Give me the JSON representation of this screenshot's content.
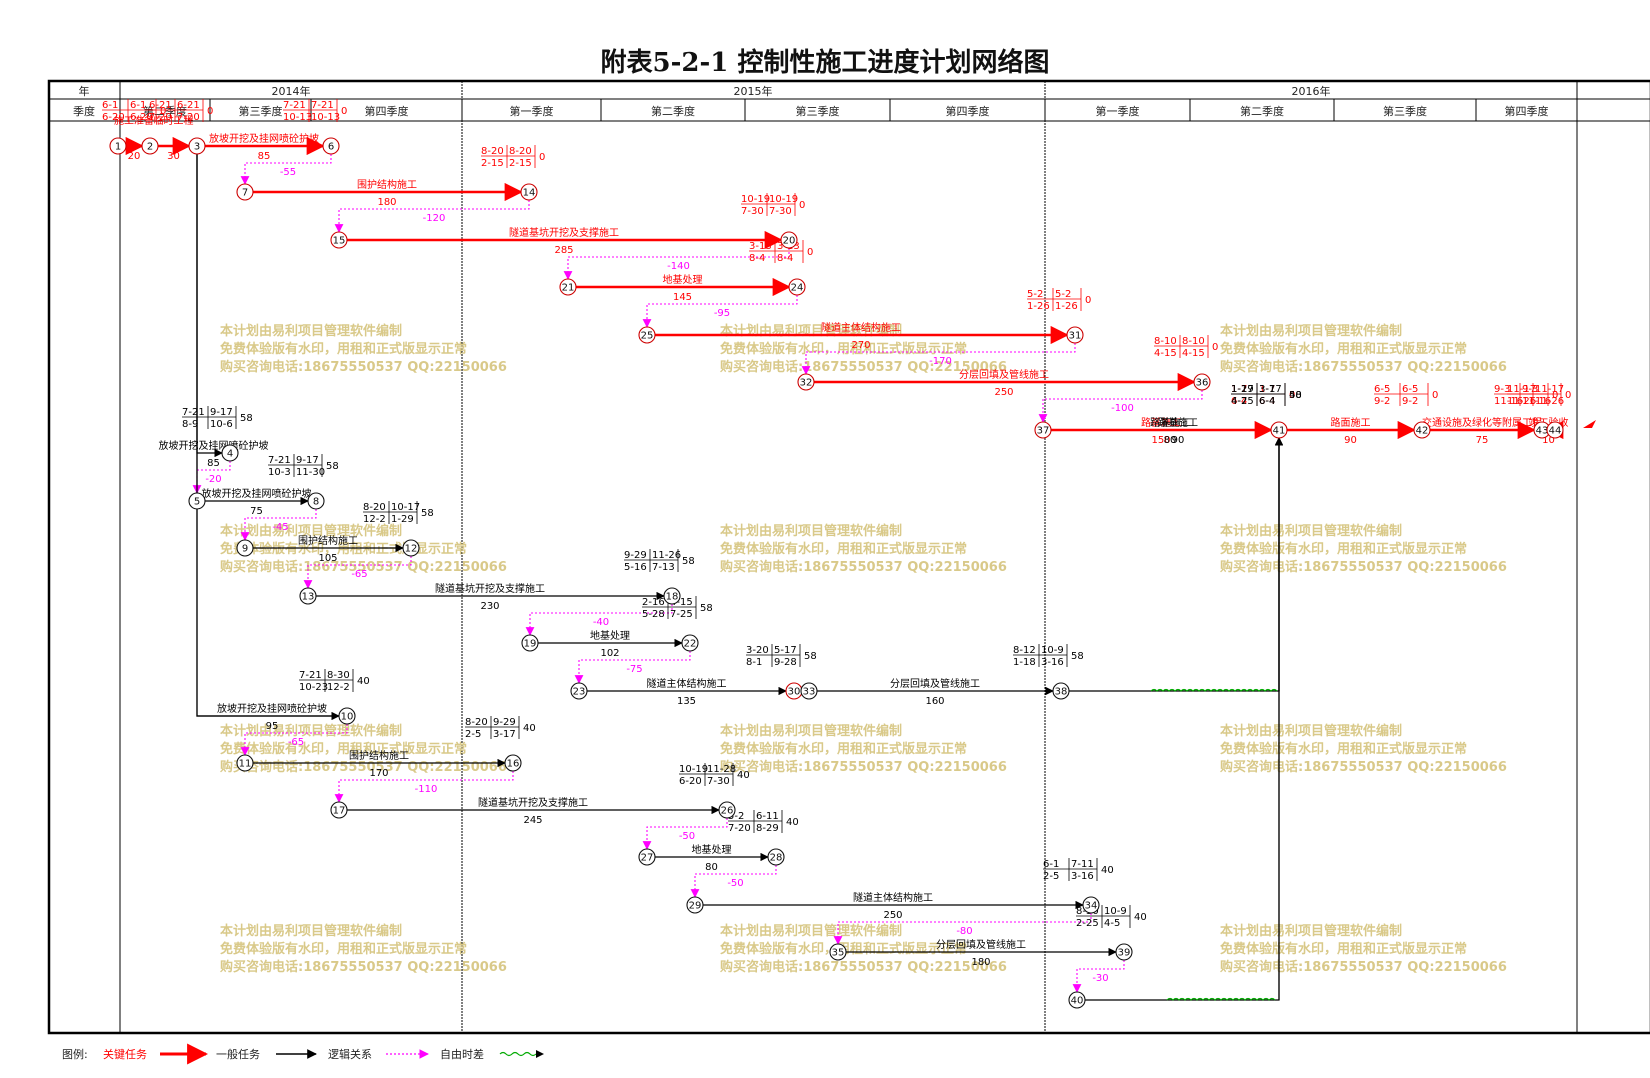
{
  "title": "附表5-2-1 控制性施工进度计划网络图",
  "header": {
    "year_label": "年",
    "quarter_label": "季度",
    "years": [
      "2014年",
      "2015年",
      "2016年"
    ],
    "quarters": [
      "第二季度",
      "第三季度",
      "第四季度",
      "第一季度",
      "第二季度",
      "第三季度",
      "第四季度",
      "第一季度",
      "第二季度",
      "第三季度",
      "第四季度"
    ]
  },
  "watermark": {
    "line1": "本计划由易利项目管理软件编制",
    "line2": "免费体验版有水印，用租和正式版显示正常",
    "line3": "购买咨询电话:18675550537 QQ:22150066"
  },
  "legend": {
    "label": "图例:",
    "critical": "关键任务",
    "general": "一般任务",
    "logic": "逻辑关系",
    "float": "自由时差"
  },
  "colors": {
    "critical": "#ff0000",
    "general": "#000000",
    "float": "#ff00ff",
    "slack": "#00aa00",
    "watermark": "#d9c989"
  },
  "nodes": [
    {
      "id": "1",
      "crit": true
    },
    {
      "id": "2",
      "crit": true
    },
    {
      "id": "3",
      "crit": true
    },
    {
      "id": "6",
      "crit": true
    },
    {
      "id": "7",
      "crit": true
    },
    {
      "id": "14",
      "crit": true
    },
    {
      "id": "15",
      "crit": true
    },
    {
      "id": "20",
      "crit": true
    },
    {
      "id": "21",
      "crit": true
    },
    {
      "id": "24",
      "crit": true
    },
    {
      "id": "25",
      "crit": true
    },
    {
      "id": "31",
      "crit": true
    },
    {
      "id": "32",
      "crit": true
    },
    {
      "id": "36",
      "crit": true
    },
    {
      "id": "37",
      "crit": true
    },
    {
      "id": "41",
      "crit": true
    },
    {
      "id": "42",
      "crit": true
    },
    {
      "id": "43",
      "crit": true
    },
    {
      "id": "44",
      "crit": true
    },
    {
      "id": "4",
      "crit": false
    },
    {
      "id": "5",
      "crit": false
    },
    {
      "id": "8",
      "crit": false
    },
    {
      "id": "9",
      "crit": false
    },
    {
      "id": "12",
      "crit": false
    },
    {
      "id": "13",
      "crit": false
    },
    {
      "id": "18",
      "crit": false
    },
    {
      "id": "19",
      "crit": false
    },
    {
      "id": "22",
      "crit": false
    },
    {
      "id": "23",
      "crit": false
    },
    {
      "id": "30",
      "crit": true
    },
    {
      "id": "33",
      "crit": false
    },
    {
      "id": "38",
      "crit": false
    },
    {
      "id": "10",
      "crit": false
    },
    {
      "id": "11",
      "crit": false
    },
    {
      "id": "16",
      "crit": false
    },
    {
      "id": "17",
      "crit": false
    },
    {
      "id": "26",
      "crit": false
    },
    {
      "id": "27",
      "crit": false
    },
    {
      "id": "28",
      "crit": false
    },
    {
      "id": "29",
      "crit": false
    },
    {
      "id": "34",
      "crit": false
    },
    {
      "id": "35",
      "crit": false
    },
    {
      "id": "39",
      "crit": false
    },
    {
      "id": "40",
      "crit": false
    }
  ],
  "tasks": [
    {
      "key": "t1",
      "from": "1",
      "to": "2",
      "crit": true,
      "name": "施工准备",
      "dur": "20",
      "dates": [
        "6-1",
        "6-20",
        "6-1",
        "6-20"
      ],
      "tf": "0"
    },
    {
      "key": "t2",
      "from": "2",
      "to": "3",
      "crit": true,
      "name": "临时工程",
      "dur": "30",
      "dates": [
        "6-21",
        "7-20",
        "6-21",
        "7-20"
      ],
      "tf": "0"
    },
    {
      "key": "t3",
      "from": "3",
      "to": "6",
      "crit": true,
      "name": "放坡开挖及挂网喷砼护坡",
      "dur": "85",
      "dates": [
        "7-21",
        "10-13",
        "7-21",
        "10-13"
      ],
      "tf": "0"
    },
    {
      "key": "t4",
      "from": "7",
      "to": "14",
      "crit": true,
      "name": "围护结构施工",
      "dur": "180",
      "dates": [
        "8-20",
        "2-15",
        "8-20",
        "2-15"
      ],
      "tf": "0"
    },
    {
      "key": "t5",
      "from": "15",
      "to": "20",
      "crit": true,
      "name": "隧道基坑开挖及支撑施工",
      "dur": "285",
      "dates": [
        "10-19",
        "7-30",
        "10-19",
        "7-30"
      ],
      "tf": "0"
    },
    {
      "key": "t6",
      "from": "21",
      "to": "24",
      "crit": true,
      "name": "地基处理",
      "dur": "145",
      "dates": [
        "3-13",
        "8-4",
        "3-13",
        "8-4"
      ],
      "tf": "0"
    },
    {
      "key": "t7",
      "from": "25",
      "to": "31",
      "crit": true,
      "name": "隧道主体结构施工",
      "dur": "270",
      "dates": [
        "5-2",
        "1-26",
        "5-2",
        "1-26"
      ],
      "tf": "0"
    },
    {
      "key": "t8",
      "from": "32",
      "to": "36",
      "crit": true,
      "name": "分层回填及管线施工",
      "dur": "250",
      "dates": [
        "8-10",
        "4-15",
        "8-10",
        "4-15"
      ],
      "tf": "0"
    },
    {
      "key": "t9",
      "from": "37",
      "to": "41",
      "crit": true,
      "name": "路基施工",
      "dur": "150",
      "dates": [
        "1-7",
        "6-4",
        "1-7",
        "6-4"
      ],
      "tf": "0"
    },
    {
      "key": "t10",
      "from": "41",
      "to": "42",
      "crit": true,
      "name": "路面施工",
      "dur": "90",
      "dates": [
        "6-5",
        "9-2",
        "6-5",
        "9-2"
      ],
      "tf": "0"
    },
    {
      "key": "t11",
      "from": "42",
      "to": "43",
      "crit": true,
      "name": "交通设施及绿化等附属工程",
      "dur": "75",
      "dates": [
        "9-3",
        "11-16",
        "9-3",
        "11-16"
      ],
      "tf": "0"
    },
    {
      "key": "t12",
      "from": "43",
      "to": "44",
      "crit": true,
      "name": "竣工验收",
      "dur": "10",
      "dates": [
        "11-17",
        "11-26",
        "11-17",
        "11-26"
      ],
      "tf": "0"
    },
    {
      "key": "t13",
      "from": "3",
      "to": "4",
      "crit": false,
      "name": "放坡开挖及挂网喷砼护坡",
      "dur": "85",
      "dates": [
        "7-21",
        "8-9",
        "9-17",
        "10-6"
      ],
      "tf": "58"
    },
    {
      "key": "t14",
      "from": "5",
      "to": "8",
      "crit": false,
      "name": "放坡开挖及挂网喷砼护坡",
      "dur": "75",
      "dates": [
        "7-21",
        "10-3",
        "9-17",
        "11-30"
      ],
      "tf": "58"
    },
    {
      "key": "t15",
      "from": "9",
      "to": "12",
      "crit": false,
      "name": "围护结构施工",
      "dur": "105",
      "dates": [
        "8-20",
        "12-2",
        "10-17",
        "1-29"
      ],
      "tf": "58"
    },
    {
      "key": "t16",
      "from": "13",
      "to": "18",
      "crit": false,
      "name": "隧道基坑开挖及支撑施工",
      "dur": "230",
      "dates": [
        "9-29",
        "5-16",
        "11-26",
        "7-13"
      ],
      "tf": "58"
    },
    {
      "key": "t17",
      "from": "19",
      "to": "22",
      "crit": false,
      "name": "地基处理",
      "dur": "102",
      "dates": [
        "2-16",
        "5-28",
        "4-15",
        "7-25"
      ],
      "tf": "58"
    },
    {
      "key": "t18",
      "from": "23",
      "to": "30",
      "crit": false,
      "name": "隧道主体结构施工",
      "dur": "135",
      "dates": [
        "3-20",
        "8-1",
        "5-17",
        "9-28"
      ],
      "tf": "58"
    },
    {
      "key": "t19",
      "from": "33",
      "to": "38",
      "crit": false,
      "name": "分层回填及管线施工",
      "dur": "160",
      "dates": [
        "8-12",
        "1-18",
        "10-9",
        "3-16"
      ],
      "tf": "58"
    },
    {
      "key": "t20",
      "from": "38",
      "to": "41",
      "crit": false,
      "name": "路基施工",
      "dur": "80",
      "dates": [
        "1-19",
        "4-7",
        "3-17",
        "6-4"
      ],
      "tf": "58"
    },
    {
      "key": "t21",
      "from": "3",
      "to": "10",
      "crit": false,
      "name": "放坡开挖及挂网喷砼护坡",
      "dur": "95",
      "dates": [
        "7-21",
        "10-23",
        "8-30",
        "12-2"
      ],
      "tf": "40"
    },
    {
      "key": "t22",
      "from": "11",
      "to": "16",
      "crit": false,
      "name": "围护结构施工",
      "dur": "170",
      "dates": [
        "8-20",
        "2-5",
        "9-29",
        "3-17"
      ],
      "tf": "40"
    },
    {
      "key": "t23",
      "from": "17",
      "to": "26",
      "crit": false,
      "name": "隧道基坑开挖及支撑施工",
      "dur": "245",
      "dates": [
        "10-19",
        "6-20",
        "11-28",
        "7-30"
      ],
      "tf": "40"
    },
    {
      "key": "t24",
      "from": "27",
      "to": "28",
      "crit": false,
      "name": "地基处理",
      "dur": "80",
      "dates": [
        "5-2",
        "7-20",
        "6-11",
        "8-29"
      ],
      "tf": "40"
    },
    {
      "key": "t25",
      "from": "29",
      "to": "34",
      "crit": false,
      "name": "隧道主体结构施工",
      "dur": "250",
      "dates": [
        "6-1",
        "2-5",
        "7-11",
        "3-16"
      ],
      "tf": "40"
    },
    {
      "key": "t26",
      "from": "35",
      "to": "39",
      "crit": false,
      "name": "分层回填及管线施工",
      "dur": "180",
      "dates": [
        "8-30",
        "2-25",
        "10-9",
        "4-5"
      ],
      "tf": "40"
    },
    {
      "key": "t27",
      "from": "40",
      "to": "41",
      "crit": false,
      "name": "路基施工",
      "dur": "90",
      "dates": [
        "1-27",
        "4-25",
        "3-7",
        "6-4"
      ],
      "tf": "40"
    }
  ],
  "floats": [
    {
      "key": "f1",
      "from": "6",
      "to": "7",
      "val": "-55"
    },
    {
      "key": "f2",
      "from": "14",
      "to": "15",
      "val": "-120"
    },
    {
      "key": "f3",
      "from": "20",
      "to": "21",
      "val": "-140"
    },
    {
      "key": "f4",
      "from": "24",
      "to": "25",
      "val": "-95"
    },
    {
      "key": "f5",
      "from": "31",
      "to": "32",
      "val": "-170"
    },
    {
      "key": "f6",
      "from": "36",
      "to": "37",
      "val": "-100"
    },
    {
      "key": "f7",
      "from": "4",
      "to": "5",
      "val": "-20"
    },
    {
      "key": "f8",
      "from": "8",
      "to": "9",
      "val": "-45"
    },
    {
      "key": "f9",
      "from": "12",
      "to": "13",
      "val": "-65"
    },
    {
      "key": "f10",
      "from": "18",
      "to": "19",
      "val": "-40"
    },
    {
      "key": "f11",
      "from": "22",
      "to": "23",
      "val": "-75"
    },
    {
      "key": "f12",
      "from": "10",
      "to": "11",
      "val": "-65"
    },
    {
      "key": "f13",
      "from": "16",
      "to": "17",
      "val": "-110"
    },
    {
      "key": "f14",
      "from": "26",
      "to": "27",
      "val": "-50"
    },
    {
      "key": "f15",
      "from": "28",
      "to": "29",
      "val": "-50"
    },
    {
      "key": "f16",
      "from": "34",
      "to": "35",
      "val": "-80"
    },
    {
      "key": "f17",
      "from": "39",
      "to": "40",
      "val": "-30"
    }
  ],
  "slack_lines": [
    {
      "key": "s1",
      "from": "38",
      "to": "41"
    },
    {
      "key": "s2",
      "from": "40",
      "to": "41"
    }
  ],
  "finish_flag": "end-flag-icon"
}
